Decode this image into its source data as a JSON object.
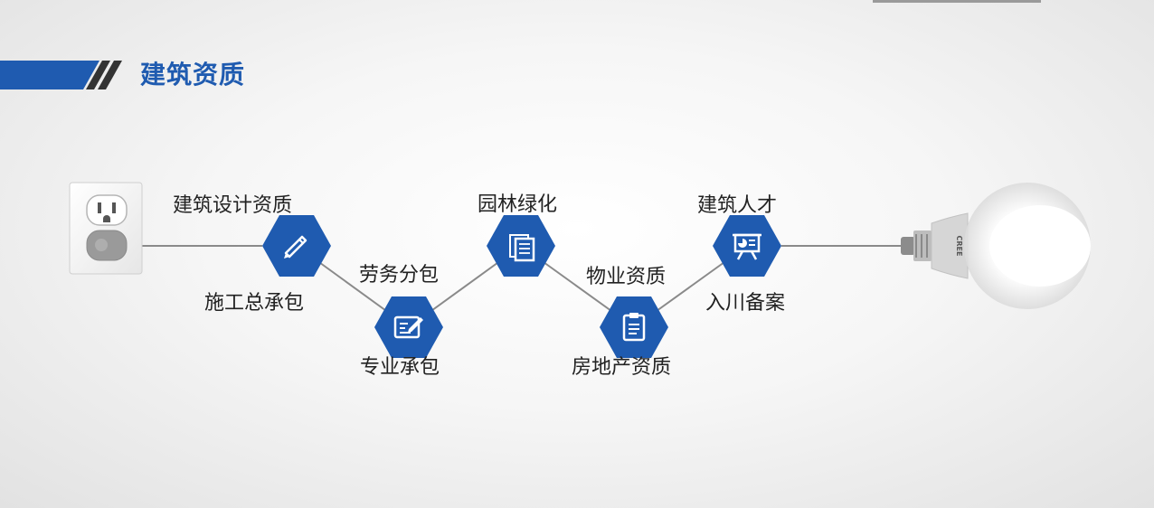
{
  "title": "建筑资质",
  "accent_color": "#1f5bb0",
  "line_color": "#8a8a8a",
  "nodes": [
    {
      "label": "建筑设计资质",
      "sublabel": "施工总承包",
      "icon": "pencil-icon"
    },
    {
      "label": "专业承包",
      "sublabel": "劳务分包",
      "icon": "edit-document-icon"
    },
    {
      "label": "园林绿化",
      "sublabel": "",
      "icon": "documents-icon"
    },
    {
      "label": "房地产资质",
      "sublabel": "物业资质",
      "icon": "clipboard-icon"
    },
    {
      "label": "建筑人才",
      "sublabel": "入川备案",
      "icon": "presentation-board-icon"
    }
  ],
  "bulb_brand": "CREE"
}
